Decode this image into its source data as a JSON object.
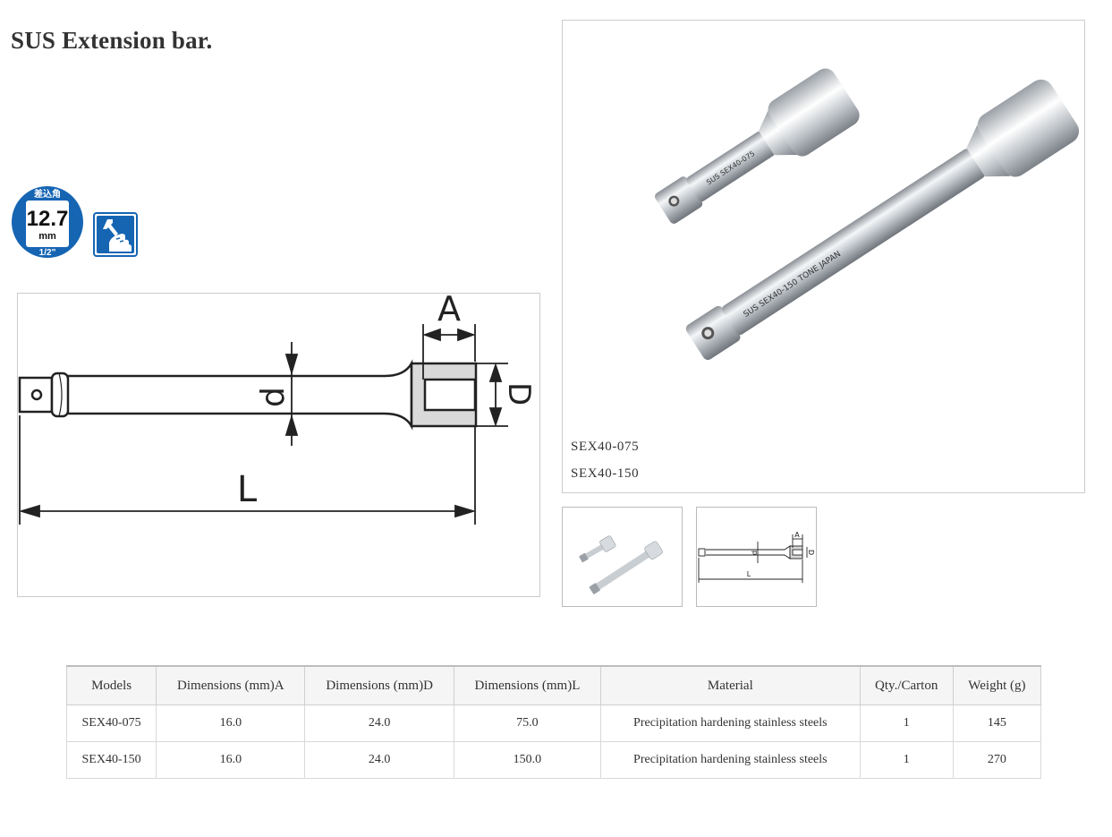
{
  "page": {
    "title": "SUS Extension bar."
  },
  "badges": {
    "size": {
      "top_label": "差込角",
      "value": "12.7",
      "unit": "mm",
      "inch": "1/2\""
    },
    "tool_icon": "hand-wrench-icon"
  },
  "diagram": {
    "label_a": "A",
    "label_d_small": "d",
    "label_d_large": "D",
    "label_l": "L"
  },
  "photo": {
    "captions": [
      "SEX40-075",
      "SEX40-150"
    ],
    "engraving_short": "SUS SEX40-075",
    "engraving_long": "SUS SEX40-150 TONE JAPAN"
  },
  "thumbnails": {
    "diagram_label_a": "A",
    "diagram_label_d_small": "d",
    "diagram_label_d_large": "D",
    "diagram_label_l": "L"
  },
  "table": {
    "headers": [
      "Models",
      "Dimensions (mm)A",
      "Dimensions (mm)D",
      "Dimensions (mm)L",
      "Material",
      "Qty./Carton",
      "Weight (g)"
    ],
    "rows": [
      [
        "SEX40-075",
        "16.0",
        "24.0",
        "75.0",
        "Precipitation hardening stainless steels",
        "1",
        "145"
      ],
      [
        "SEX40-150",
        "16.0",
        "24.0",
        "150.0",
        "Precipitation hardening stainless steels",
        "1",
        "270"
      ]
    ]
  },
  "colors": {
    "badge_blue": "#1565b3",
    "border": "#cccccc",
    "header_bg": "#f5f5f5",
    "text": "#333333"
  }
}
